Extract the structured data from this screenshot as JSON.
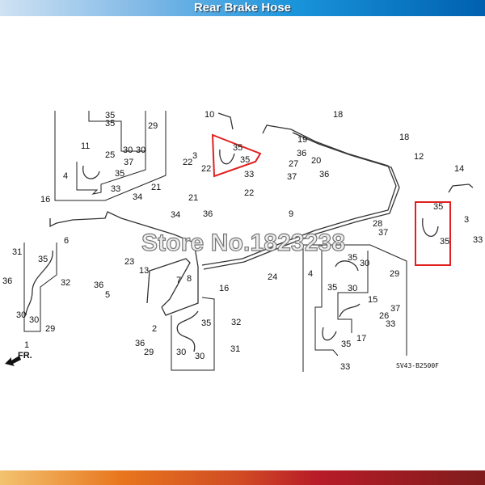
{
  "header": {
    "title": "Rear Brake Hose"
  },
  "diagram": {
    "callouts": [
      "35",
      "35",
      "29",
      "11",
      "25",
      "30",
      "30",
      "37",
      "35",
      "4",
      "33",
      "10",
      "3",
      "35",
      "35",
      "33",
      "22",
      "22",
      "22",
      "21",
      "34",
      "21",
      "34",
      "36",
      "16",
      "6",
      "31",
      "35",
      "36",
      "32",
      "30",
      "30",
      "29",
      "1",
      "23",
      "13",
      "7",
      "8",
      "36",
      "5",
      "16",
      "35",
      "32",
      "2",
      "36",
      "29",
      "30",
      "30",
      "31",
      "18",
      "19",
      "36",
      "20",
      "27",
      "36",
      "37",
      "18",
      "12",
      "14",
      "35",
      "3",
      "28",
      "37",
      "35",
      "33",
      "9",
      "35",
      "30",
      "4",
      "24",
      "29",
      "35",
      "30",
      "15",
      "37",
      "26",
      "33",
      "17",
      "35",
      "33"
    ],
    "front_label": "FR.",
    "diagram_code": "SV43-B2500F",
    "watermark": "Store No.1823238",
    "highlight_color": "#e02020"
  }
}
